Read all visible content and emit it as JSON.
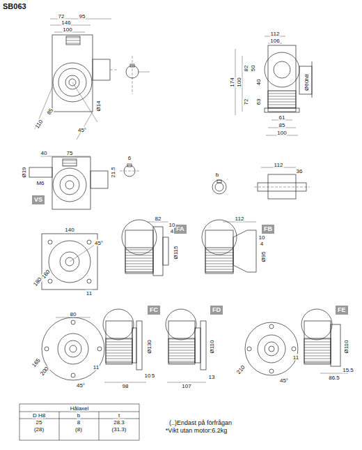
{
  "diagram": {
    "title": "SB063",
    "nodes": [
      {
        "text": [
          "VS"
        ]
      },
      {
        "text": [
          "FA"
        ]
      },
      {
        "text": [
          "FB"
        ]
      },
      {
        "text": [
          "FC"
        ]
      },
      {
        "text": [
          "FD"
        ]
      },
      {
        "text": [
          "FE"
        ]
      }
    ],
    "labels": [
      "72",
      "95",
      "146",
      "100",
      "85",
      "110",
      "45°",
      "Ø14",
      "112",
      "106",
      "174",
      "100",
      "82",
      "72",
      "50",
      "40",
      "63",
      "Ø60h8",
      "61",
      "85",
      "100",
      "40",
      "75",
      "Ø19",
      "M6",
      "6",
      "21.5",
      "b",
      "112",
      "36",
      "140",
      "45°",
      "160",
      "180",
      "11",
      "82",
      "10",
      "4",
      "Ø115",
      "112",
      "10",
      "4",
      "Ø95",
      "80",
      "45°",
      "165",
      "200",
      "11",
      "Ø130",
      "10",
      "5",
      "98",
      "Ø110",
      "13",
      "107",
      "210",
      "45°",
      "11",
      "Ø110",
      "15.5",
      "86.5",
      "Hålaxel",
      "D H8",
      "b",
      "t",
      "25",
      "8",
      "28.3",
      "(28)",
      "(8)",
      "(31.3)",
      "(..)Endast på förfrågan",
      "*Vikt utan motor:6.2kg"
    ]
  }
}
